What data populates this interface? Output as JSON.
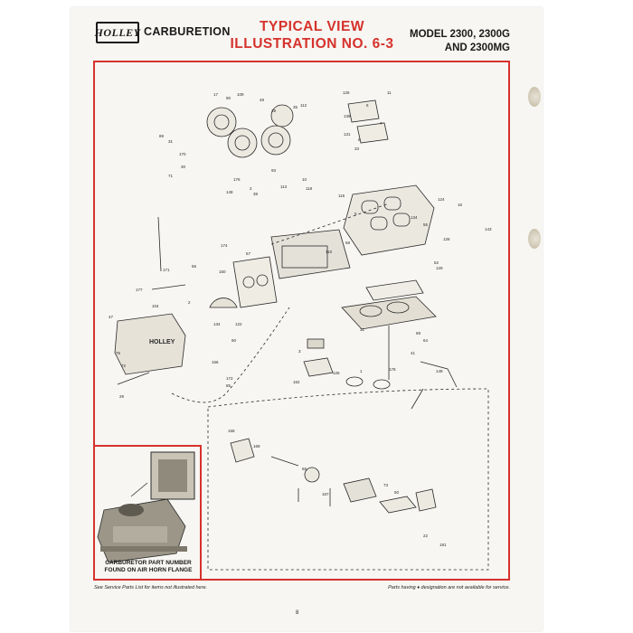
{
  "header": {
    "logo_text": "HOLLEY",
    "section": "CARBURETION",
    "title_line1": "TYPICAL VIEW",
    "title_line2": "ILLUSTRATION NO. 6-3",
    "model_line1": "MODEL 2300, 2300G",
    "model_line2": "AND 2300MG"
  },
  "inset": {
    "caption_line1": "CARBURETOR PART NUMBER",
    "caption_line2": "FOUND ON AIR HORN FLANGE"
  },
  "footer": {
    "left_note": "See Service Parts List for items not illustrated here.",
    "right_note": "Parts having ♦ designation are not available for service.",
    "page_number": "8"
  },
  "colors": {
    "accent_red": "#d6322c",
    "ink": "#1a1a1a"
  },
  "callouts": [
    "17",
    "109",
    "90",
    "48",
    "39",
    "35",
    "112",
    "125",
    "11",
    "6",
    "7",
    "139",
    "131",
    "8",
    "33",
    "89",
    "31",
    "170",
    "30",
    "71",
    "176",
    "148",
    "2",
    "38",
    "93",
    "10",
    "113",
    "118",
    "115",
    "5",
    "174",
    "58",
    "124",
    "16",
    "134",
    "55",
    "126",
    "143",
    "52",
    "150",
    "57",
    "129",
    "134",
    "122",
    "60",
    "2",
    "56",
    "171",
    "177",
    "47",
    "104",
    "156",
    "172",
    "85",
    "75",
    "72",
    "29",
    "41",
    "149",
    "110",
    "31",
    "69",
    "64",
    "178",
    "1",
    "126",
    "3",
    "162",
    "158",
    "169",
    "65",
    "167",
    "73",
    "50",
    "22",
    "181"
  ]
}
